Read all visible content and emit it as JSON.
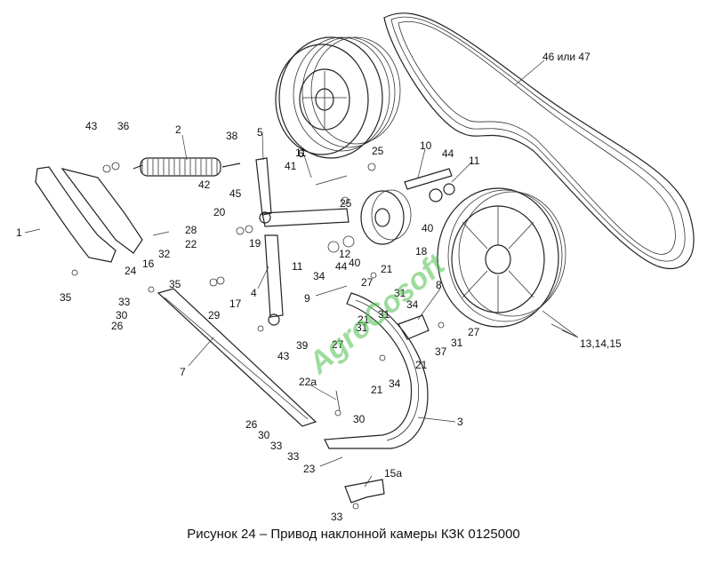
{
  "caption": "Рисунок 24 – Привод наклонной камеры КЗК 0125000",
  "watermark": "AgroCosoft",
  "callouts": [
    "1",
    "2",
    "3",
    "4",
    "5",
    "6",
    "7",
    "8",
    "9",
    "10",
    "11",
    "11",
    "11",
    "12",
    "13,14,15",
    "15а",
    "16",
    "17",
    "18",
    "19",
    "20",
    "21",
    "21",
    "21",
    "21",
    "22",
    "22а",
    "23",
    "24",
    "25",
    "25",
    "26",
    "26",
    "27",
    "27",
    "27",
    "28",
    "29",
    "30",
    "30",
    "30",
    "31",
    "31",
    "31",
    "31",
    "32",
    "33",
    "33",
    "33",
    "33",
    "34",
    "34",
    "34",
    "35",
    "35",
    "36",
    "37",
    "38",
    "39",
    "40",
    "40",
    "41",
    "42",
    "43",
    "43",
    "44",
    "44",
    "45",
    "46 или 47"
  ]
}
